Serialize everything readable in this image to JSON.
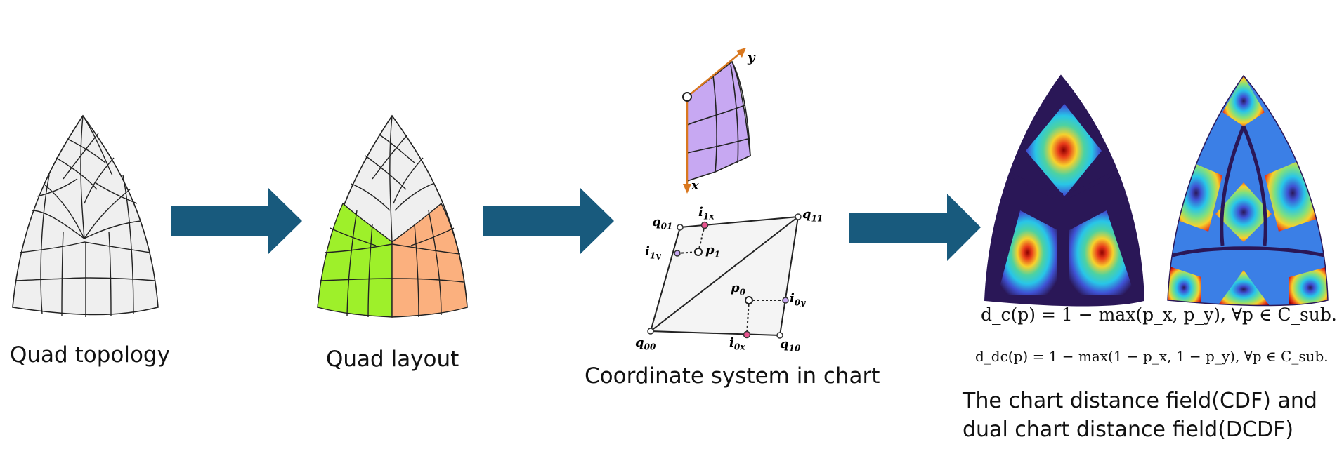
{
  "steps": [
    {
      "caption": "Quad topology"
    },
    {
      "caption": "Quad layout"
    },
    {
      "caption": "Coordinate system in chart"
    },
    {
      "caption_line1": "The chart distance field(CDF) and",
      "caption_line2": "dual chart distance field(DCDF)"
    }
  ],
  "chart_axes": {
    "x": "x",
    "y": "y"
  },
  "chart_points": {
    "q00": "q",
    "q00_sub": "00",
    "q01": "q",
    "q01_sub": "01",
    "q10": "q",
    "q10_sub": "10",
    "q11": "q",
    "q11_sub": "11",
    "p0": "p",
    "p0_sub": "0",
    "p1": "p",
    "p1_sub": "1",
    "i0x": "i",
    "i0x_sub": "0x",
    "i0y": "i",
    "i0y_sub": "0y",
    "i1x": "i",
    "i1x_sub": "1x",
    "i1y": "i",
    "i1y_sub": "1y"
  },
  "equations": {
    "cdf": "d_c(p) = 1 − max(p_x, p_y),    ∀p ∈ C_sub.",
    "dcdf": "d_dc(p) = 1 − max(1 − p_x, 1 − p_y),    ∀p ∈ C_sub."
  },
  "colors": {
    "arrow": "#185a7d",
    "green_chart": "#9ef02a",
    "orange_chart": "#fbb07e",
    "purple_chart": "#c7a8f2",
    "axis_orange": "#d9781f",
    "mesh_fill": "#efefef"
  }
}
